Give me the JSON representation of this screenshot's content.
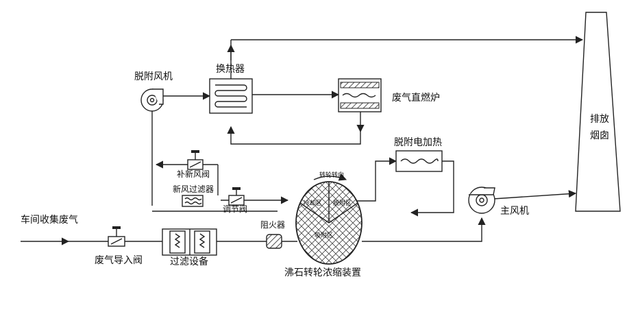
{
  "diagram": {
    "title_hidden": "",
    "labels": {
      "workshop_gas": "车间收集废气",
      "gas_inlet_valve": "废气导入阀",
      "filter_equipment": "过滤设备",
      "flame_arrester": "阻火器",
      "zeolite_rotor": "沸石转轮浓缩装置",
      "main_fan": "主风机",
      "stack": [
        "排放",
        "烟囱"
      ],
      "desorption_fan": "脱附风机",
      "heat_exchanger": "换热器",
      "rto_furnace": "废气直燃炉",
      "electric_heater": "脱附电加热",
      "makeup_air_valve": "补新风阀",
      "fresh_air_filter": "新风过滤器",
      "regulating_valve": "调节阀",
      "rotor_direction": "转轮转向",
      "rotor_zone_cooling": "冷却区",
      "rotor_zone_desorption": "脱附区",
      "rotor_zone_adsorption": "吸附区"
    }
  }
}
